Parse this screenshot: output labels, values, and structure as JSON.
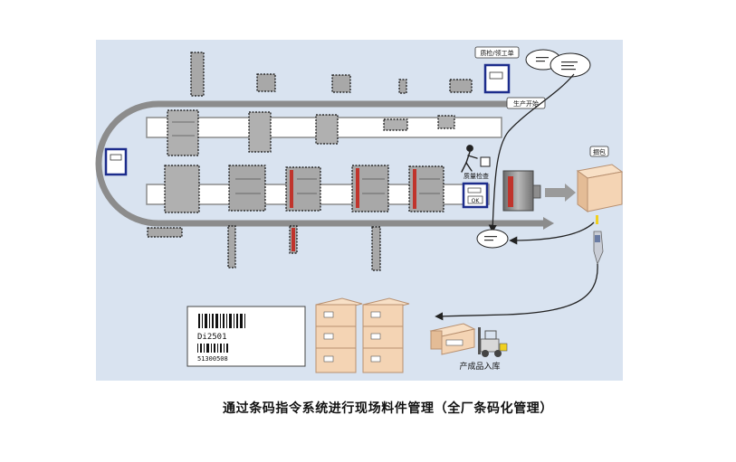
{
  "labels": {
    "inspect_issue": "质检/领工单",
    "production_start": "生产开始",
    "quality_check": "质量检查",
    "ok_screen": "OK",
    "packing": "捆包",
    "warehouse_in": "产成品入库",
    "label_code": "Di2501",
    "label_number": "51300508"
  },
  "caption": "通过条码指令系统进行现场料件管理（全厂条码化管理）",
  "colors": {
    "panel_bg": "#d9e3f0",
    "conveyor_fill": "#ffffff",
    "conveyor_stroke": "#8c8c8c",
    "box_fill": "#f4d4b4",
    "box_stroke": "#b89070",
    "scanner_frame": "#1c2c8c",
    "machine_red": "#c0342c",
    "arrow": "#222222"
  },
  "icons": [
    "worker-icon",
    "scanner-gun-icon",
    "forklift-icon",
    "barcode-icon",
    "printer-machine-icon"
  ]
}
